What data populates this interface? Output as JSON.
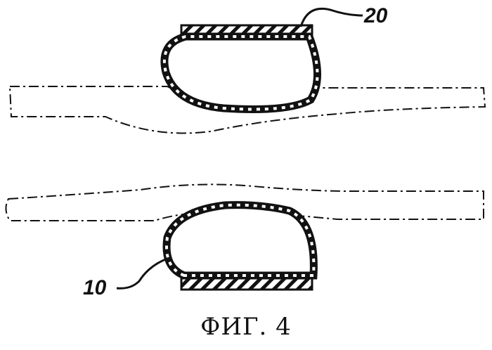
{
  "labels": {
    "upper_device": "20",
    "lower_device": "10"
  },
  "caption": "ФИГ. 4",
  "colors": {
    "ink": "#111111",
    "background": "#ffffff"
  }
}
